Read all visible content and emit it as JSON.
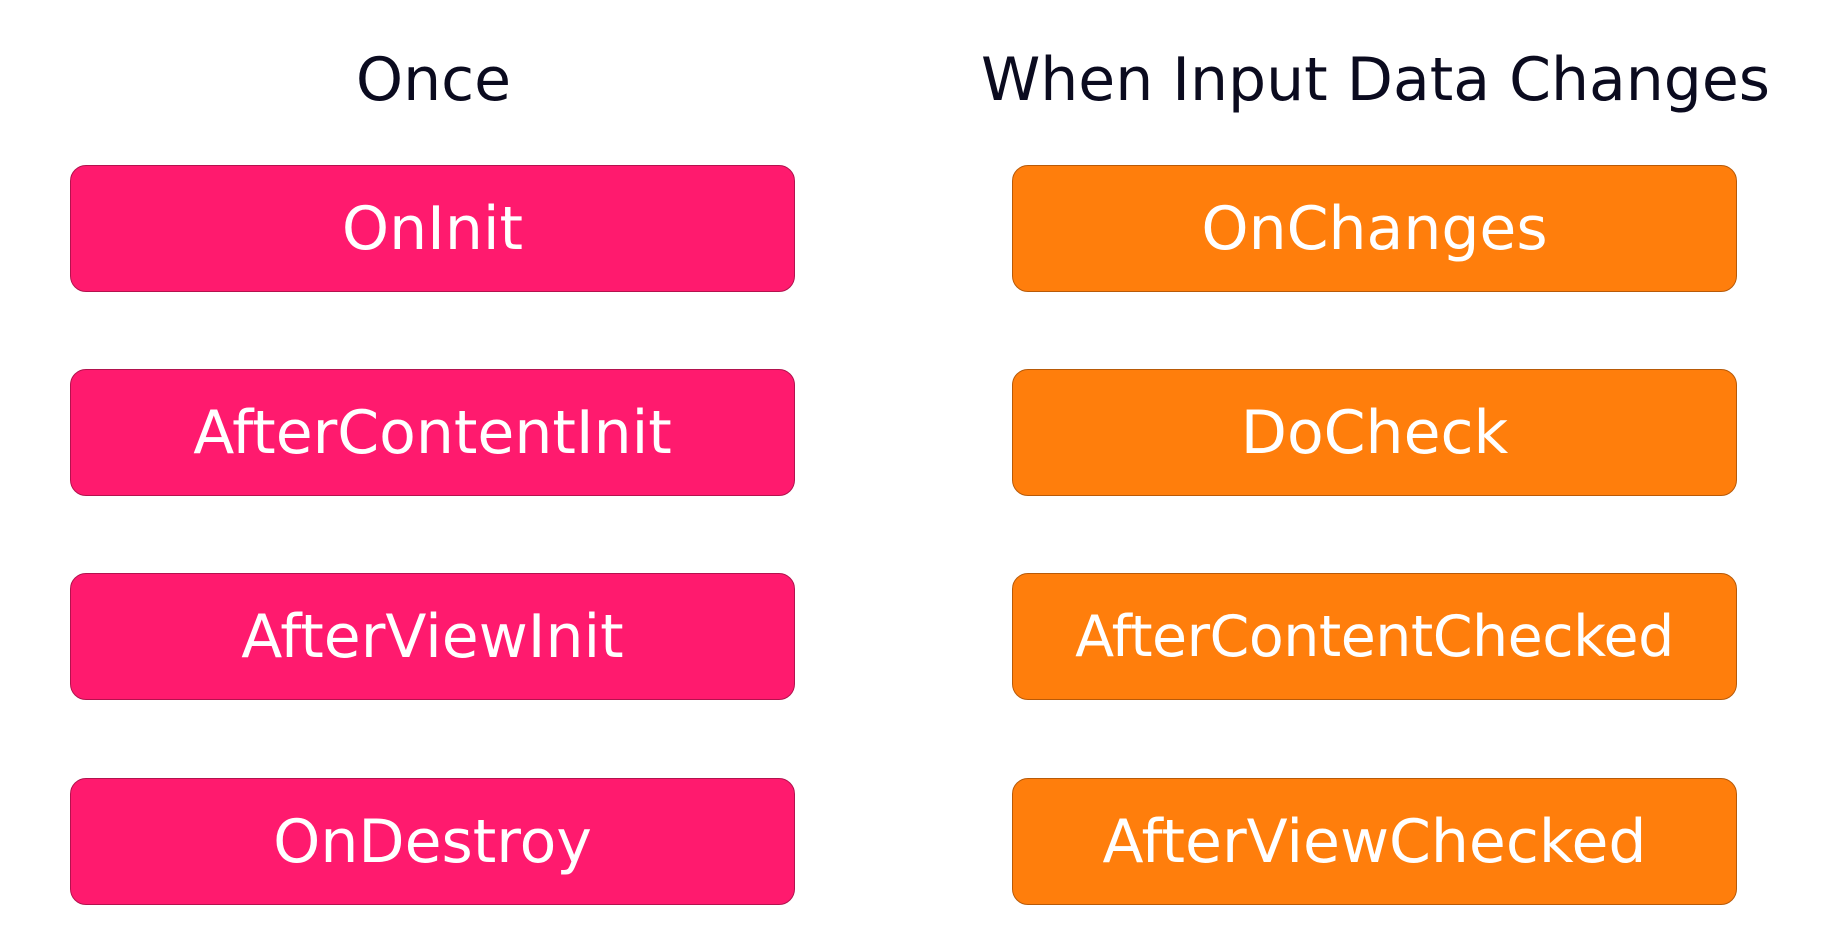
{
  "columns": {
    "once": {
      "title": "Once",
      "color": "#ff1a6e",
      "hooks": [
        "OnInit",
        "AfterContentInit",
        "AfterViewInit",
        "OnDestroy"
      ]
    },
    "changes": {
      "title": "When Input Data Changes",
      "color": "#ff7e0c",
      "hooks": [
        "OnChanges",
        "DoCheck",
        "AfterContentChecked",
        "AfterViewChecked"
      ]
    }
  }
}
